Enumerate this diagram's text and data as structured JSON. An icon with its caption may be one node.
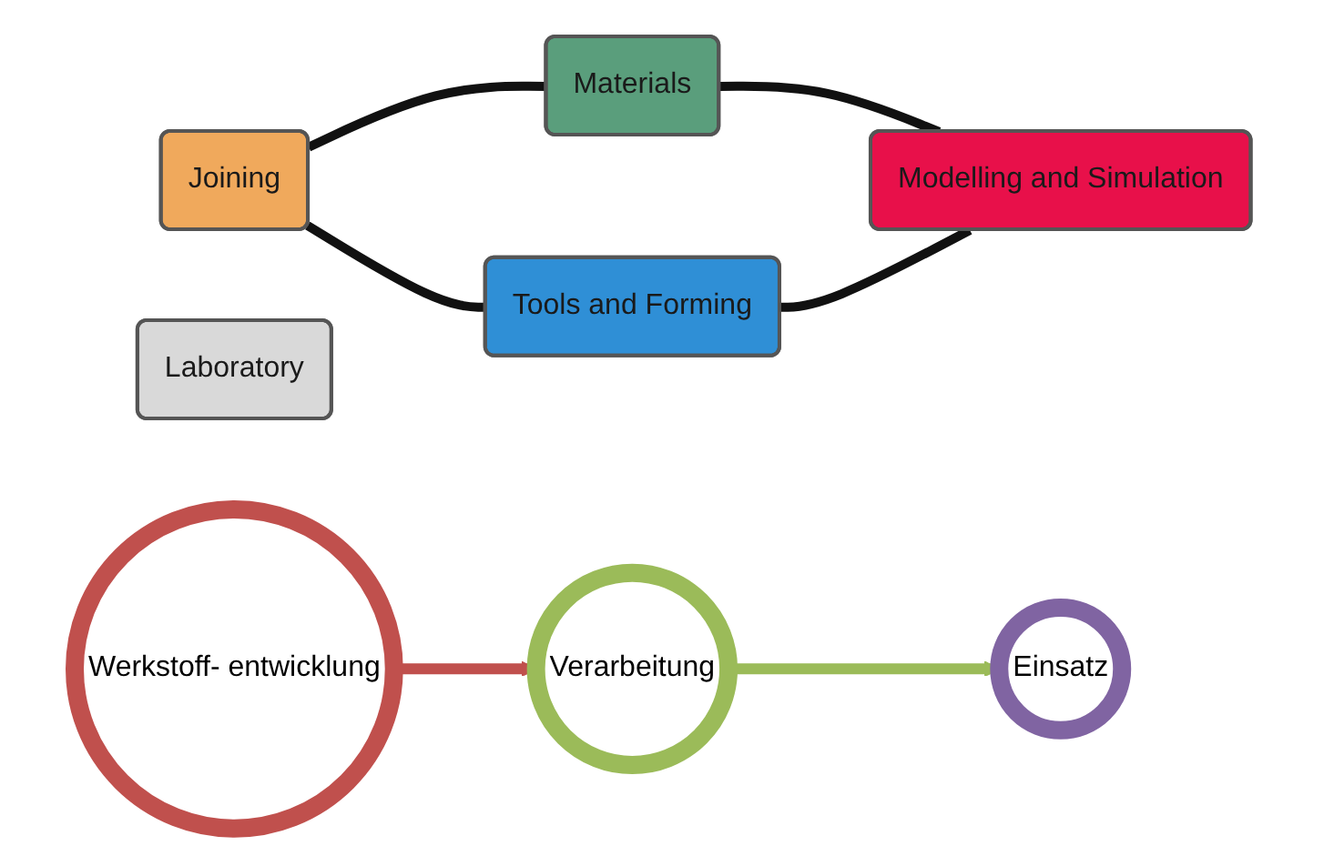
{
  "diagram": {
    "nodes": [
      {
        "text": [
          "Materials"
        ]
      },
      {
        "text": [
          "Joining"
        ]
      },
      {
        "text": [
          "Laboratory"
        ]
      },
      {
        "text": [
          "Modelling and Simulation"
        ]
      },
      {
        "text": [
          "Tools and Forming"
        ]
      },
      {
        "text": [
          "Werkstoff- entwicklung"
        ]
      },
      {
        "text": [
          "Verarbeitung"
        ]
      },
      {
        "text": [
          "Einsatz"
        ]
      }
    ],
    "edges": [
      {
        "from": 1,
        "to": 0,
        "arrow": "none"
      },
      {
        "from": 0,
        "to": 3,
        "arrow": "none"
      },
      {
        "from": 1,
        "to": 4,
        "arrow": "none"
      },
      {
        "from": 4,
        "to": 3,
        "arrow": "none"
      },
      {
        "from": 5,
        "to": 6,
        "arrow": "to",
        "color": "#c0504d"
      },
      {
        "from": 6,
        "to": 7,
        "arrow": "to",
        "color": "#9bbb59"
      }
    ]
  }
}
